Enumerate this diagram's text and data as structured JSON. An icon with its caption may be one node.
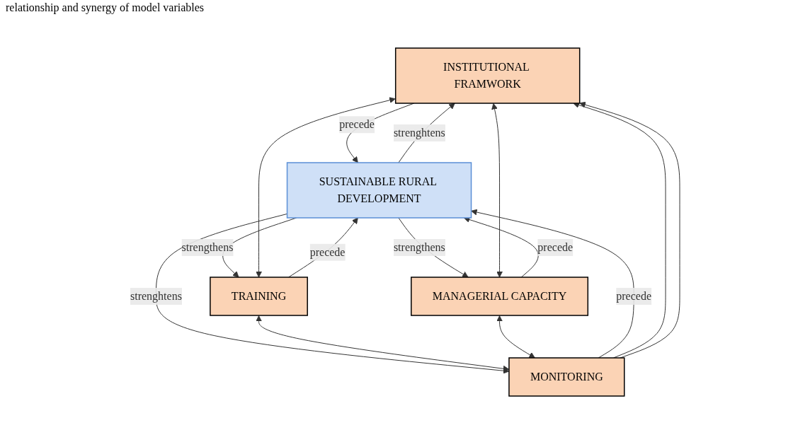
{
  "diagram": {
    "nodes": [
      {
        "text": [
          "INSTITUTIONAL FRAMWORK"
        ]
      },
      {
        "text": [
          "TRAINING"
        ]
      },
      {
        "text": [
          "SUSTAINABLE RURAL DEVELOPMENT"
        ]
      },
      {
        "text": [
          "MANAGERIAL CAPACITY"
        ]
      },
      {
        "text": [
          "MONITORING"
        ]
      }
    ],
    "edges": [
      {
        "from": 0,
        "to": 2,
        "arrow": "to",
        "label": "precede"
      },
      {
        "from": 2,
        "to": 0,
        "arrow": "to",
        "label": "strenghtens"
      },
      {
        "from": 1,
        "to": 2,
        "arrow": "to",
        "label": "precede"
      },
      {
        "from": 2,
        "to": 1,
        "arrow": "to",
        "label": "strengthens"
      },
      {
        "from": 3,
        "to": 2,
        "arrow": "to",
        "label": "precede"
      },
      {
        "from": 2,
        "to": 3,
        "arrow": "to",
        "label": "strengthens"
      },
      {
        "from": 4,
        "to": 2,
        "arrow": "to",
        "label": "precede"
      },
      {
        "from": 2,
        "to": 4,
        "arrow": "to",
        "label": "strenghtens"
      },
      {
        "from": 0,
        "to": 1,
        "arrow": "both"
      },
      {
        "from": 0,
        "to": 3,
        "arrow": "both"
      },
      {
        "from": 1,
        "to": 4,
        "arrow": "both"
      },
      {
        "from": 3,
        "to": 4,
        "arrow": "both"
      },
      {
        "from": 4,
        "to": 0,
        "arrow": "to"
      },
      {
        "from": 4,
        "to": 0,
        "arrow": "to"
      }
    ],
    "labels": [
      "relationship and synergy of model variables"
    ]
  }
}
